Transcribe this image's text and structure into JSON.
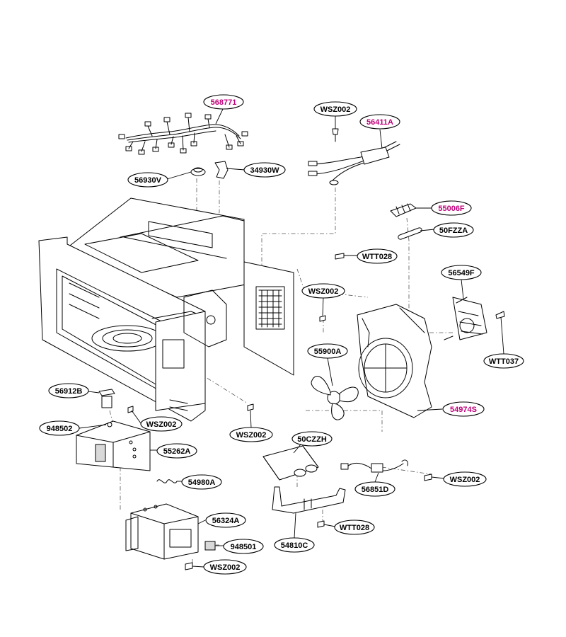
{
  "colors": {
    "highlight": "#c0007a",
    "normal": "#000000"
  },
  "parts": [
    {
      "id": "p01",
      "label": "568771",
      "highlight": true
    },
    {
      "id": "p02",
      "label": "WSZ002",
      "highlight": false
    },
    {
      "id": "p03",
      "label": "56411A",
      "highlight": true
    },
    {
      "id": "p04",
      "label": "56930V",
      "highlight": false
    },
    {
      "id": "p05",
      "label": "34930W",
      "highlight": false
    },
    {
      "id": "p06",
      "label": "55006F",
      "highlight": true
    },
    {
      "id": "p07",
      "label": "50FZZA",
      "highlight": false
    },
    {
      "id": "p08",
      "label": "WTT028",
      "highlight": false
    },
    {
      "id": "p09",
      "label": "56549F",
      "highlight": false
    },
    {
      "id": "p10",
      "label": "WSZ002",
      "highlight": false
    },
    {
      "id": "p11",
      "label": "55900A",
      "highlight": false
    },
    {
      "id": "p12",
      "label": "WTT037",
      "highlight": false
    },
    {
      "id": "p13",
      "label": "56912B",
      "highlight": false
    },
    {
      "id": "p14",
      "label": "54974S",
      "highlight": true
    },
    {
      "id": "p15",
      "label": "948502",
      "highlight": false
    },
    {
      "id": "p16",
      "label": "WSZ002",
      "highlight": false
    },
    {
      "id": "p17",
      "label": "WSZ002",
      "highlight": false
    },
    {
      "id": "p18",
      "label": "55262A",
      "highlight": false
    },
    {
      "id": "p19",
      "label": "50CZZH",
      "highlight": false
    },
    {
      "id": "p20",
      "label": "WSZ002",
      "highlight": false
    },
    {
      "id": "p21",
      "label": "54980A",
      "highlight": false
    },
    {
      "id": "p22",
      "label": "56851D",
      "highlight": false
    },
    {
      "id": "p23",
      "label": "56324A",
      "highlight": false
    },
    {
      "id": "p24",
      "label": "WTT028",
      "highlight": false
    },
    {
      "id": "p25",
      "label": "948501",
      "highlight": false
    },
    {
      "id": "p26",
      "label": "54810C",
      "highlight": false
    },
    {
      "id": "p27",
      "label": "WSZ002",
      "highlight": false
    }
  ]
}
